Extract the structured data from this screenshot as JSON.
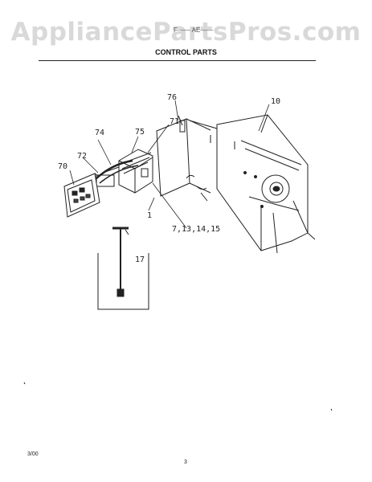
{
  "header": {
    "watermark": "AppliancePartsPros.com",
    "model": "F—— AE——",
    "section_title": "CONTROL PARTS"
  },
  "callouts": {
    "c76": "76",
    "c10": "10",
    "c71": "71",
    "c74": "74",
    "c75": "75",
    "c72": "72",
    "c70": "70",
    "c1": "1",
    "c7_13_14_15": "7,13,14,15",
    "c17": "17"
  },
  "footer": {
    "date": "3/00",
    "page": "3"
  }
}
